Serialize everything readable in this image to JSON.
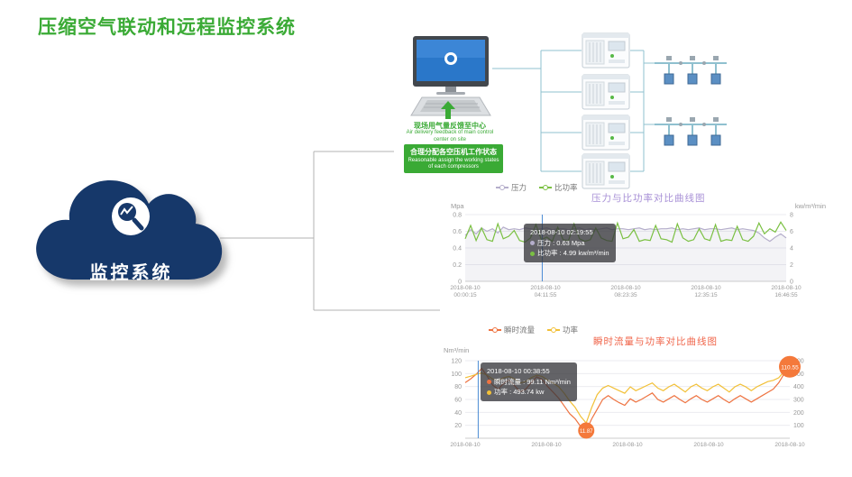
{
  "page": {
    "title": "压缩空气联动和远程监控系统",
    "title_color": "#3aaa35"
  },
  "cloud": {
    "label": "监控系统",
    "color": "#17386a"
  },
  "diagram": {
    "notes": {
      "accent_color": "#3aaa35",
      "feedback_cn": "现场用气量反馈至中心",
      "feedback_en": "Air delivery feedback of main control center on site",
      "assign_cn": "合理分配各空压机工作状态",
      "assign_en": "Reasonable assign the working states of each compressors"
    }
  },
  "chart_data": [
    {
      "type": "line",
      "title": "压力与比功率对比曲线图",
      "title_color": "#a78fd6",
      "legend": [
        "压力",
        "比功率"
      ],
      "left_unit": "Mpa",
      "right_unit": "kw/m³/min",
      "left_range": [
        0,
        0.8
      ],
      "right_range": [
        0,
        8
      ],
      "left_ticks": [
        0,
        0.2,
        0.4,
        0.6,
        0.8
      ],
      "right_ticks": [
        0,
        2,
        4,
        6,
        8
      ],
      "x_labels": [
        [
          "2018-08-10",
          "00:00:15"
        ],
        [
          "2018-08-10",
          "04:11:55"
        ],
        [
          "2018-08-10",
          "08:23:35"
        ],
        [
          "2018-08-10",
          "12:35:15"
        ],
        [
          "2018-08-10",
          "16:46:55"
        ]
      ],
      "hover_x_frac": 0.24,
      "tooltip": {
        "time": "2018-08-10 02:19:55",
        "lines": [
          "压力 : 0.63 Mpa",
          "比功率 : 4.99 kw/m³/min"
        ]
      },
      "series": [
        {
          "name": "压力",
          "axis": "left",
          "color": "#b5aecb",
          "fill": "rgba(190,190,205,0.18)",
          "values": [
            0.55,
            0.62,
            0.57,
            0.64,
            0.6,
            0.63,
            0.58,
            0.65,
            0.62,
            0.63,
            0.62,
            0.64,
            0.63,
            0.62,
            0.63,
            0.64,
            0.62,
            0.63,
            0.63,
            0.62,
            0.63,
            0.64,
            0.62,
            0.63,
            0.62,
            0.63,
            0.64,
            0.62,
            0.63,
            0.63,
            0.62,
            0.63,
            0.64,
            0.62,
            0.63,
            0.62,
            0.63,
            0.63,
            0.64,
            0.62,
            0.63,
            0.62,
            0.63,
            0.64,
            0.62,
            0.63,
            0.63,
            0.62,
            0.63,
            0.64,
            0.62,
            0.63,
            0.62,
            0.61,
            0.58,
            0.52,
            0.48,
            0.53,
            0.57,
            0.52
          ]
        },
        {
          "name": "比功率",
          "axis": "right",
          "color": "#7bc043",
          "values": [
            5.1,
            6.7,
            4.9,
            6.4,
            5.0,
            4.8,
            6.9,
            5.1,
            5.4,
            6.1,
            4.9,
            4.7,
            5.2,
            6.8,
            5.0,
            5.3,
            4.8,
            6.5,
            5.0,
            4.9,
            6.9,
            5.1,
            4.8,
            5.0,
            6.4,
            5.2,
            4.9,
            4.8,
            7.0,
            5.1,
            5.3,
            6.2,
            4.8,
            5.0,
            4.9,
            6.7,
            5.1,
            5.0,
            4.7,
            6.9,
            5.2,
            4.8,
            5.0,
            6.3,
            5.1,
            4.9,
            6.8,
            4.8,
            5.0,
            4.9,
            6.6,
            5.0,
            4.8,
            5.4,
            7.0,
            5.7,
            6.3,
            5.9,
            7.1,
            6.1
          ]
        }
      ]
    },
    {
      "type": "line",
      "title": "瞬时流量与功率对比曲线图",
      "title_color": "#f0654a",
      "legend": [
        "瞬时流量",
        "功率"
      ],
      "left_unit": "Nm³/min",
      "right_unit": "",
      "left_range": [
        0,
        120
      ],
      "right_range": [
        0,
        600
      ],
      "left_ticks": [
        20,
        40,
        60,
        80,
        100,
        120
      ],
      "right_ticks": [
        100,
        200,
        300,
        400,
        500,
        600
      ],
      "x_labels": [
        [
          "2018-08-10"
        ],
        [
          "2018-08-10"
        ],
        [
          "2018-08-10"
        ],
        [
          "2018-08-10"
        ],
        [
          "2018-08-10"
        ]
      ],
      "hover_x_frac": 0.04,
      "tooltip": {
        "time": "2018-08-10 00:38:55",
        "lines": [
          "瞬时流量 : 99.11 Nm³/min",
          "功率 : 493.74 kw"
        ]
      },
      "marker_color": "#f4793b",
      "markers": [
        {
          "series": 0,
          "index": 59,
          "label": "110.55"
        },
        {
          "series": 0,
          "index": 22,
          "label": "11.87"
        }
      ],
      "series": [
        {
          "name": "瞬时流量",
          "axis": "left",
          "color": "#ee7341",
          "values": [
            86,
            92,
            99.11,
            108,
            96,
            82,
            76,
            85,
            90,
            81,
            72,
            76,
            86,
            95,
            91,
            80,
            71,
            62,
            50,
            38,
            30,
            18,
            11.87,
            30,
            45,
            60,
            66,
            60,
            55,
            51,
            61,
            56,
            60,
            65,
            70,
            60,
            56,
            61,
            66,
            60,
            55,
            61,
            66,
            60,
            56,
            61,
            66,
            60,
            55,
            61,
            66,
            61,
            56,
            61,
            66,
            71,
            76,
            86,
            100,
            110.55
          ]
        },
        {
          "name": "功率",
          "axis": "right",
          "color": "#f2c037",
          "values": [
            468,
            480,
            493.74,
            505,
            488,
            458,
            448,
            468,
            478,
            458,
            428,
            438,
            468,
            488,
            478,
            448,
            428,
            398,
            348,
            288,
            238,
            168,
            118,
            238,
            338,
            388,
            408,
            388,
            368,
            348,
            398,
            368,
            388,
            408,
            428,
            388,
            368,
            398,
            418,
            388,
            358,
            398,
            418,
            388,
            368,
            398,
            418,
            388,
            358,
            398,
            418,
            398,
            368,
            398,
            418,
            438,
            448,
            468,
            518,
            558
          ]
        }
      ]
    }
  ]
}
